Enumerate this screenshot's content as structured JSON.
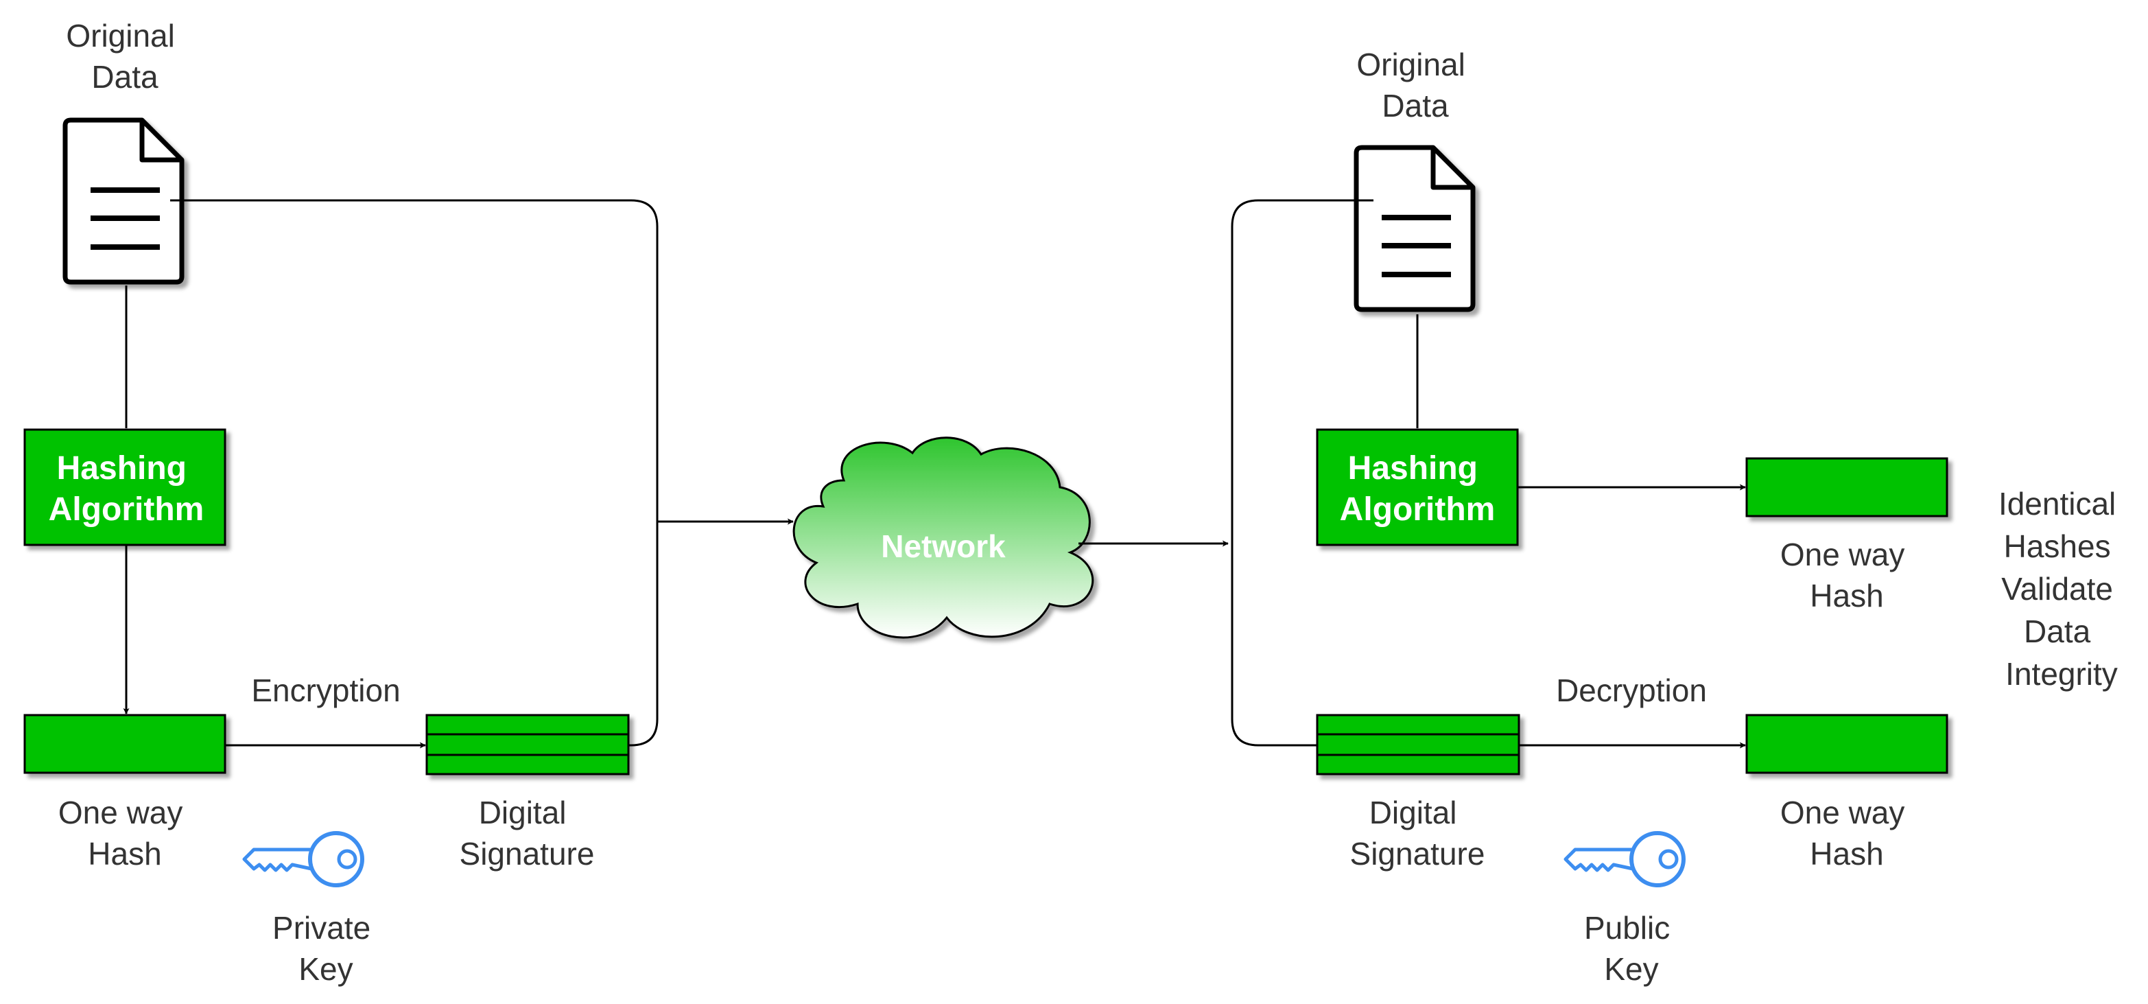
{
  "colors": {
    "box_fill": "#00c200",
    "box_stroke": "#000000",
    "key": "#3d8ef0",
    "cloud_top": "#2ec52e",
    "cloud_bottom": "#ffffff",
    "label": "#333333"
  },
  "sender": {
    "document_label": [
      "Original",
      "Data"
    ],
    "hashing_label": [
      "Hashing",
      "Algorithm"
    ],
    "hash_label": [
      "One way",
      "Hash"
    ],
    "encryption_label": "Encryption",
    "signature_label": [
      "Digital",
      "Signature"
    ],
    "key_label": [
      "Private",
      "Key"
    ]
  },
  "network": {
    "label": "Network"
  },
  "receiver": {
    "document_label": [
      "Original",
      "Data"
    ],
    "hashing_label": [
      "Hashing",
      "Algorithm"
    ],
    "hash_top_label": [
      "One way",
      "Hash"
    ],
    "decryption_label": "Decryption",
    "signature_label": [
      "Digital",
      "Signature"
    ],
    "hash_bottom_label": [
      "One way",
      "Hash"
    ],
    "key_label": [
      "Public",
      "Key"
    ]
  },
  "note": [
    "Identical",
    "Hashes",
    "Validate",
    "Data",
    "Integrity"
  ],
  "icons": {
    "document": "document-icon",
    "key": "key-icon",
    "cloud": "cloud-icon"
  }
}
